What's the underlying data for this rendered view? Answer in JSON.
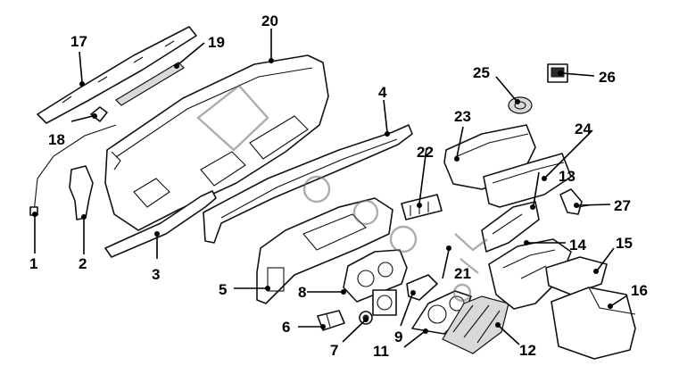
{
  "diagram": {
    "labels": [
      "1",
      "2",
      "3",
      "4",
      "5",
      "6",
      "7",
      "8",
      "9",
      "11",
      "12",
      "13",
      "14",
      "15",
      "16",
      "17",
      "18",
      "19",
      "20",
      "21",
      "22",
      "23",
      "24",
      "25",
      "26",
      "27"
    ]
  }
}
